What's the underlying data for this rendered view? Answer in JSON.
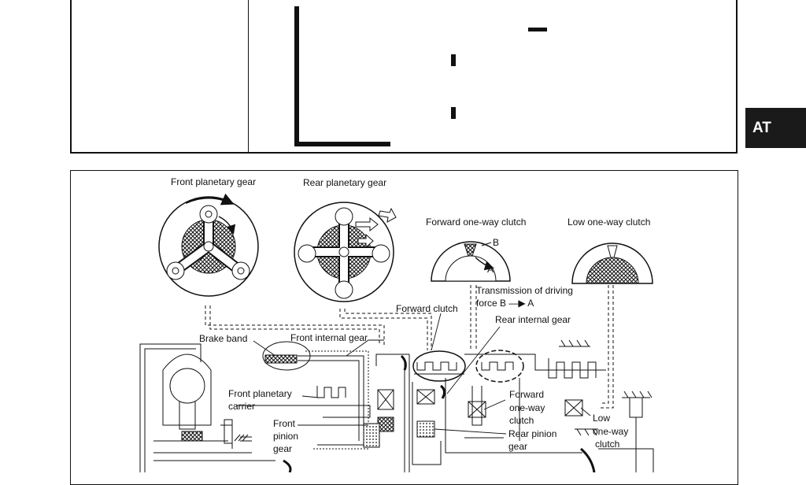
{
  "side_tab": {
    "label": "AT"
  },
  "diagram": {
    "labels": {
      "front_planetary_gear": "Front planetary gear",
      "rear_planetary_gear": "Rear planetary gear",
      "forward_one_way_clutch_title": "Forward one-way clutch",
      "low_one_way_clutch_title": "Low one-way clutch",
      "transmission_line1": "Transmission of driving",
      "transmission_line2": "force B —▶ A",
      "forward_clutch": "Forward clutch",
      "rear_internal_gear": "Rear internal gear",
      "brake_band": "Brake band",
      "front_internal_gear": "Front internal gear",
      "front_planetary_carrier_1": "Front planetary",
      "front_planetary_carrier_2": "carrier",
      "front_pinion_gear_1": "Front",
      "front_pinion_gear_2": "pinion",
      "front_pinion_gear_3": "gear",
      "forward_one_way_clutch_1": "Forward",
      "forward_one_way_clutch_2": "one-way",
      "forward_one_way_clutch_3": "clutch",
      "low_one_way_clutch_1": "Low",
      "low_one_way_clutch_2": "one-way",
      "low_one_way_clutch_3": "clutch",
      "rear_pinion_gear_1": "Rear pinion",
      "rear_pinion_gear_2": "gear",
      "point_a": "A",
      "point_b": "B"
    }
  }
}
